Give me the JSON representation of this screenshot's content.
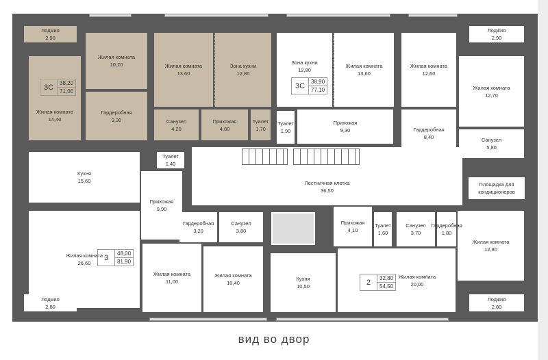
{
  "rooms": [
    {
      "name": "Лоджия",
      "area": "2,90"
    },
    {
      "name": "Жилая комната",
      "area": "14,40"
    },
    {
      "name": "Жилая комната",
      "area": "10,20"
    },
    {
      "name": "Гардеробная",
      "area": "9,30"
    },
    {
      "name": "Жилая комната",
      "area": "13,60"
    },
    {
      "name": "Зона кухни",
      "area": "12,80"
    },
    {
      "name": "Санузел",
      "area": "4,20"
    },
    {
      "name": "Прихожая",
      "area": "4,80"
    },
    {
      "name": "Туалет",
      "area": "1,70"
    },
    {
      "name": "Туалет",
      "area": "1,90"
    },
    {
      "name": "Зона кухни",
      "area": "12,80"
    },
    {
      "name": "Жилая комната",
      "area": "13,60"
    },
    {
      "name": "Прихожая",
      "area": "9,30"
    },
    {
      "name": "Жилая комната",
      "area": "12,60"
    },
    {
      "name": "Жилая комната",
      "area": "12,70"
    },
    {
      "name": "Лоджия",
      "area": "2,90"
    },
    {
      "name": "Гардеробная",
      "area": "8,40"
    },
    {
      "name": "Санузел",
      "area": "5,80"
    },
    {
      "name": "Кухня",
      "area": "15,60"
    },
    {
      "name": "Туалет",
      "area": "1,40"
    },
    {
      "name": "Прихожая",
      "area": "9,90"
    },
    {
      "name": "Лестничная клетка",
      "area": "36,50"
    },
    {
      "name": "Площадка для кондиционеров",
      "area": ""
    },
    {
      "name": "Жилая комната",
      "area": "26,60"
    },
    {
      "name": "Лоджия",
      "area": "2,80"
    },
    {
      "name": "Гардеробная",
      "area": "3,20"
    },
    {
      "name": "Санузел",
      "area": "3,80"
    },
    {
      "name": "Жилая комната",
      "area": "11,00"
    },
    {
      "name": "Жилая комната",
      "area": "10,40"
    },
    {
      "name": "Кухня",
      "area": "10,50"
    },
    {
      "name": "Прихожая",
      "area": "4,10"
    },
    {
      "name": "Туалет",
      "area": "1,60"
    },
    {
      "name": "Санузел",
      "area": "3,70"
    },
    {
      "name": "Гардеробная",
      "area": "1,80"
    },
    {
      "name": "Жилая комната",
      "area": "12,80"
    },
    {
      "name": "Жилая комната",
      "area": "20,00"
    },
    {
      "name": "Лоджия",
      "area": "2,80"
    }
  ],
  "apartments": [
    {
      "type": "3С",
      "living": "38,20",
      "total": "71,00"
    },
    {
      "type": "3С",
      "living": "38,90",
      "total": "77,10"
    },
    {
      "type": "3",
      "living": "48,00",
      "total": "81,90"
    },
    {
      "type": "2",
      "living": "32,80",
      "total": "54,50"
    }
  ],
  "caption": "вид во двор",
  "colors": {
    "wall": "#5a5a5a",
    "highlight": "#c8bba7"
  }
}
